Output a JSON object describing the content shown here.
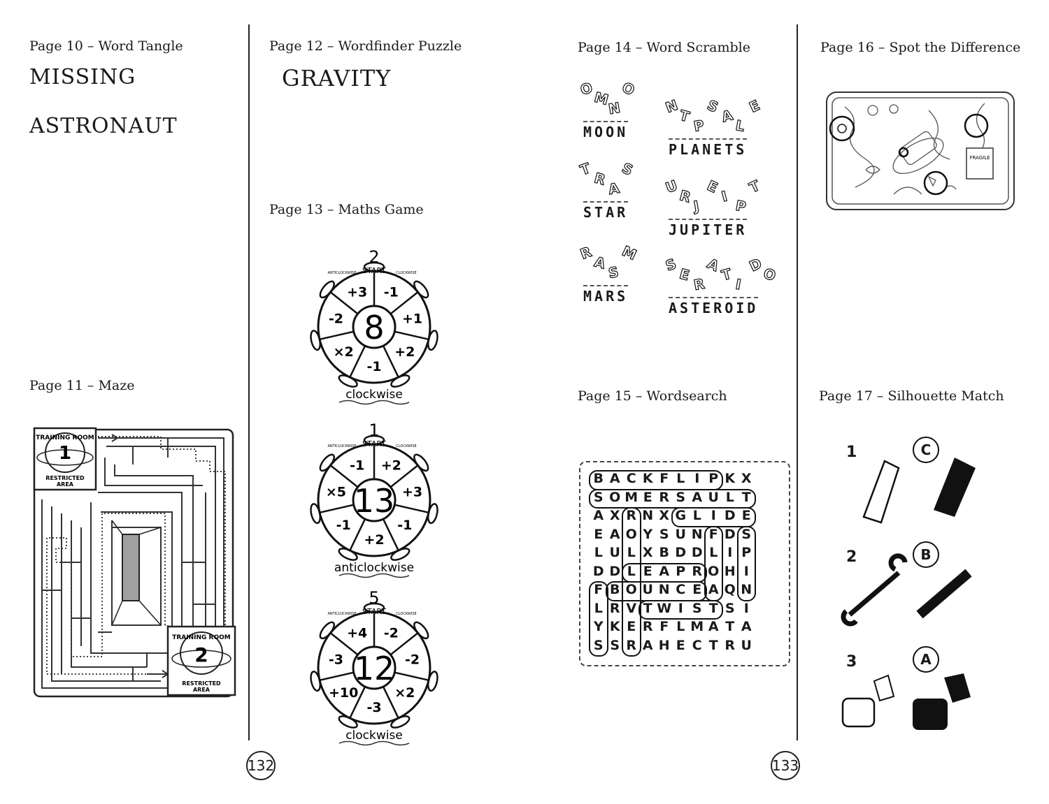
{
  "left_page": {
    "word_tangle": {
      "heading": "Page 10 – Word Tangle",
      "answers": [
        "MISSING",
        "ASTRONAUT"
      ]
    },
    "maze": {
      "heading": "Page 11 – Maze",
      "sign1": {
        "arc": "TRAINING ROOM",
        "number": "1",
        "sub1": "RESTRICTED",
        "sub2": "AREA"
      },
      "sign2": {
        "arc": "TRAINING ROOM",
        "number": "2",
        "sub1": "RESTRICTED",
        "sub2": "AREA"
      }
    },
    "wordfinder": {
      "heading": "Page 12 – Wordfinder Puzzle",
      "answer": "GRAVITY"
    },
    "maths": {
      "heading": "Page 13 – Maths Game",
      "wheels": [
        {
          "start": "2",
          "centre": "8",
          "ops": [
            "-1",
            "+1",
            "+2",
            "-1",
            "×2",
            "-2",
            "+3"
          ],
          "direction": "clockwise"
        },
        {
          "start": "1",
          "centre": "13",
          "ops": [
            "+2",
            "+3",
            "-1",
            "+2",
            "-1",
            "×5",
            "-1"
          ],
          "direction": "anticlockwise"
        },
        {
          "start": "5",
          "centre": "12",
          "ops": [
            "-2",
            "-2",
            "×2",
            "-3",
            "+10",
            "-3",
            "+4"
          ],
          "direction": "clockwise"
        }
      ],
      "start_label": "START",
      "anti_label": "ANTICLOCKWISE",
      "clock_label": "CLOCKWISE"
    },
    "page_number": "132"
  },
  "right_page": {
    "scramble": {
      "heading": "Page 14 – Word Scramble",
      "items": [
        {
          "letters": [
            "O",
            "M",
            "N",
            "O"
          ],
          "answer": "MOON"
        },
        {
          "letters": [
            "N",
            "T",
            "P",
            "S",
            "A",
            "L",
            "E"
          ],
          "answer": "PLANETS"
        },
        {
          "letters": [
            "T",
            "R",
            "A",
            "S"
          ],
          "answer": "STAR"
        },
        {
          "letters": [
            "U",
            "R",
            "J",
            "E",
            "I",
            "P",
            "T"
          ],
          "answer": "JUPITER"
        },
        {
          "letters": [
            "R",
            "A",
            "S",
            "M"
          ],
          "answer": "MARS"
        },
        {
          "letters": [
            "S",
            "E",
            "R",
            "A",
            "T",
            "I",
            "D",
            "O"
          ],
          "answer": "ASTEROID"
        }
      ]
    },
    "spot": {
      "heading": "Page 16 – Spot the Difference",
      "box_label": "FRAGILE"
    },
    "wordsearch": {
      "heading": "Page 15 – Wordsearch",
      "grid": [
        "BACKFLIPKX",
        "SOMERSAULT",
        "AXRNXGLIDE",
        "EAOYSUNFDS",
        "LULXBDDLIP",
        "DDLEAPROHI",
        "FBOUNCEAQN",
        "LRVTWISTSI",
        "YKERFLMATA",
        "SSRAHECTRU"
      ]
    },
    "silhouette": {
      "heading": "Page 17 – Silhouette Match",
      "pairs": [
        {
          "number": "1",
          "letter": "C"
        },
        {
          "number": "2",
          "letter": "B"
        },
        {
          "number": "3",
          "letter": "A"
        }
      ]
    },
    "page_number": "133"
  }
}
